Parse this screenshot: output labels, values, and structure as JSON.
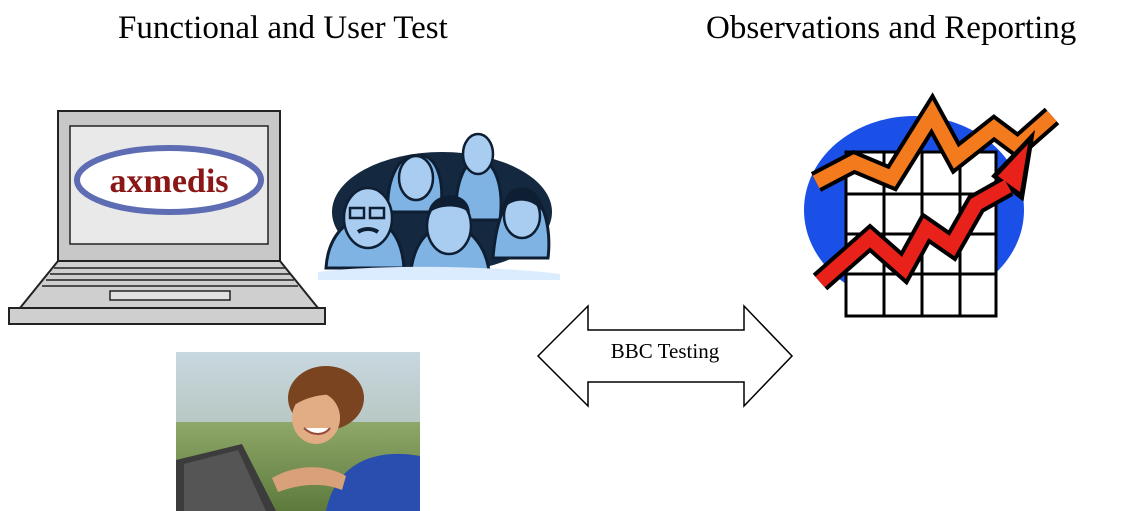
{
  "headings": {
    "left": "Functional and User Test",
    "right": "Observations and Reporting"
  },
  "laptop": {
    "logo_text": "axmedis"
  },
  "arrow": {
    "label": "BBC Testing"
  },
  "colors": {
    "people_blue": "#7fb3e3",
    "globe_blue": "#1a4fe8",
    "upper_line": "#f47a1e",
    "lower_line": "#e8221a"
  }
}
